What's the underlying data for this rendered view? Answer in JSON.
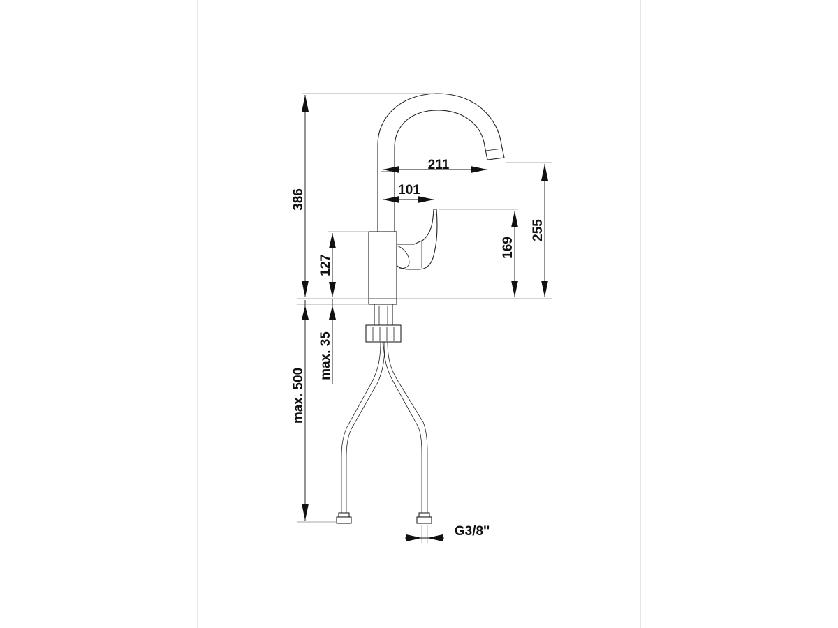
{
  "drawing": {
    "dimensions": {
      "total_height": "386",
      "spout_reach": "211",
      "lever_offset": "101",
      "body_height": "127",
      "lever_height": "169",
      "spout_outlet_height": "255",
      "max_deck_thickness": "max. 35",
      "max_hose_length": "max. 500",
      "connection_thread": "G3/8''"
    },
    "colors": {
      "line": "#222222",
      "extension": "#8a8a8a",
      "background": "#ffffff",
      "frame": "#cccccc"
    }
  }
}
